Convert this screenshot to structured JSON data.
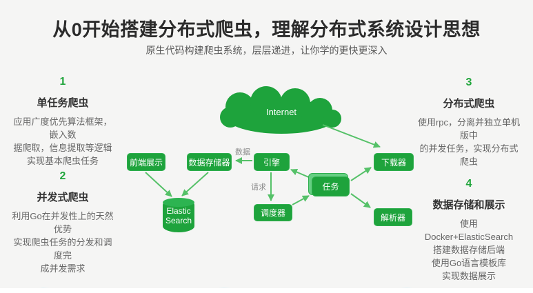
{
  "header": {
    "title": "从0开始搭建分布式爬虫，理解分布式系统设计思想",
    "subtitle": "原生代码构建爬虫系统，层层递进，让你学的更快更深入"
  },
  "sections": [
    {
      "num": "1",
      "heading": "单任务爬虫",
      "lines": [
        "应用广度优先算法框架，",
        "嵌入数",
        "据爬取，信息提取等逻辑",
        "实现基本爬虫任务"
      ]
    },
    {
      "num": "2",
      "heading": "并发式爬虫",
      "lines": [
        "利用Go在并发性上的天然",
        "优势",
        "实现爬虫任务的分发和调",
        "度完",
        "成并发需求"
      ]
    },
    {
      "num": "3",
      "heading": "分布式爬虫",
      "lines": [
        "使用rpc，分离并独立单机",
        "版中",
        "的并发任务，实现分布式",
        "爬虫"
      ]
    },
    {
      "num": "4",
      "heading": "数据存储和展示",
      "lines": [
        "使用",
        "Docker+ElasticSearch",
        "搭建数据存储后端",
        "使用Go语言模板库",
        "实现数据展示"
      ]
    }
  ],
  "diagram": {
    "internet_label": "Internet",
    "nodes": {
      "frontend": "前端展示",
      "storage": "数据存储器",
      "engine": "引擎",
      "downloader": "下载器",
      "task": "任务",
      "scheduler": "调度器",
      "parser": "解析器"
    },
    "es": {
      "line1": "Elastic",
      "line2": "Search"
    },
    "edge_labels": {
      "data": "数据",
      "request": "请求"
    }
  },
  "colors": {
    "node_green": "#1ea33c",
    "arrow_green": "#55c168",
    "accent_green": "#21a53c",
    "title_text": "#2b2b2b",
    "body_text": "#666666",
    "background": "#f5f5f4"
  }
}
